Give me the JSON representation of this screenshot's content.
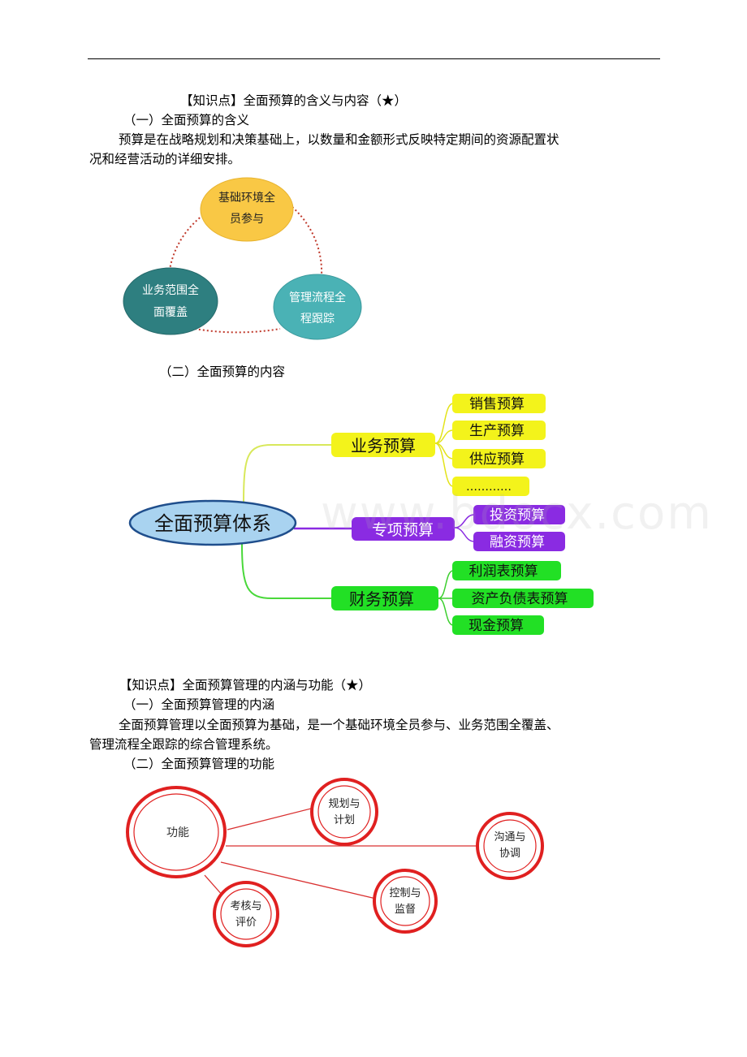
{
  "sec1": {
    "heading": "【知识点】全面预算的含义与内容（★）",
    "sub1": "（一）全面预算的含义",
    "para1_a": "预算是在战略规划和决策基础上，以数量和金额形式反映特定期间的资源配置状",
    "para1_b": "况和经营活动的详细安排。",
    "cycle": {
      "top_a": "基础环境全",
      "top_b": "员参与",
      "left_a": "业务范围全",
      "left_b": "面覆盖",
      "right_a": "管理流程全",
      "right_b": "程跟踪",
      "colors": {
        "top": "#f9c845",
        "left": "#2e7f80",
        "right": "#4ab2b5"
      }
    },
    "sub2": "（二）全面预算的内容",
    "mindmap": {
      "root": "全面预算体系",
      "business": "业务预算",
      "business_items": [
        "销售预算",
        "生产预算",
        "供应预算",
        "…………"
      ],
      "special": "专项预算",
      "special_items": [
        "投资预算",
        "融资预算"
      ],
      "finance": "财务预算",
      "finance_items": [
        "利润表预算",
        "资产负债表预算",
        "现金预算"
      ],
      "colors": {
        "root": "#a9d3f0",
        "business": "#f3f31b",
        "special": "#8a2be2",
        "finance": "#22e025"
      }
    }
  },
  "watermark": "www.bdocx.com",
  "sec2": {
    "heading": "【知识点】全面预算管理的内涵与功能（★）",
    "sub1": "（一）全面预算管理的内涵",
    "para_a": "全面预算管理以全面预算为基础，是一个基础环境全员参与、业务范围全覆盖、",
    "para_b": "管理流程全跟踪的综合管理系统。",
    "sub2": "（二）全面预算管理的功能",
    "functions": {
      "center": "功能",
      "n1_a": "规划与",
      "n1_b": "计划",
      "n2_a": "沟通与",
      "n2_b": "协调",
      "n3_a": "控制与",
      "n3_b": "监督",
      "n4_a": "考核与",
      "n4_b": "评价",
      "color": "#e02020"
    }
  }
}
